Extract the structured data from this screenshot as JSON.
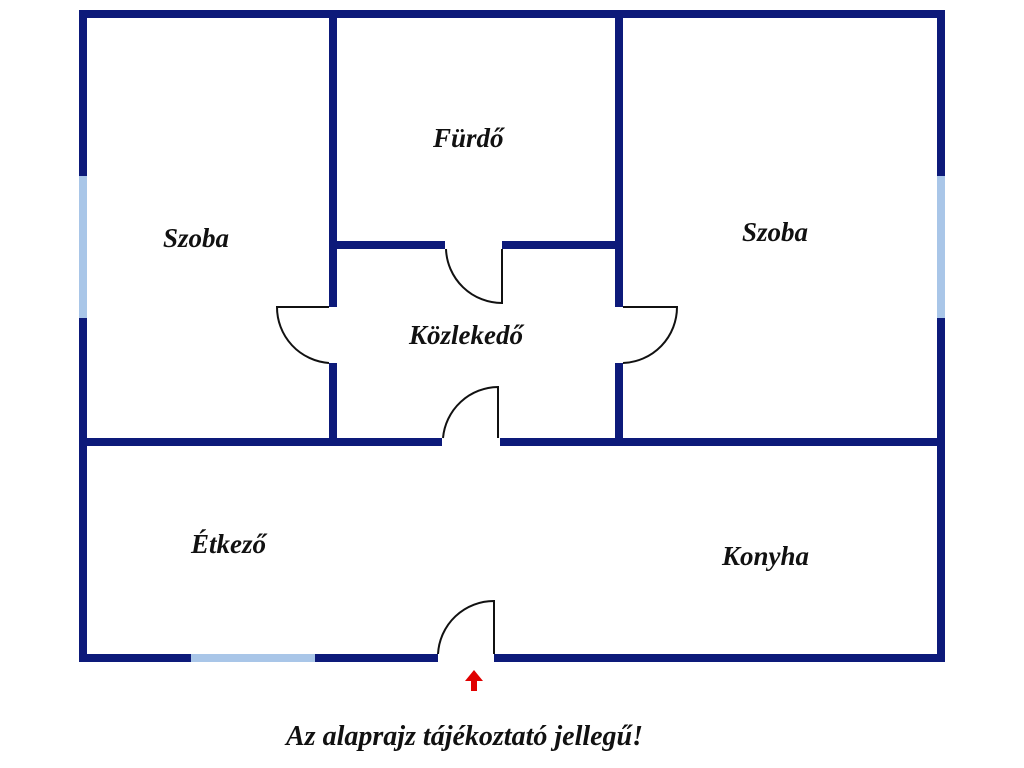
{
  "rooms": {
    "room_left": "Szoba",
    "bathroom": "Fürdő",
    "room_right": "Szoba",
    "hallway": "Közlekedő",
    "dining": "Étkező",
    "kitchen": "Konyha"
  },
  "note": "Az alaprajz tájékoztató jellegű!",
  "colors": {
    "wall": "#0d1a7a",
    "window": "#a9c6e8",
    "entrance_arrow": "#e00000",
    "door_swing": "#111111",
    "text": "#111111"
  },
  "icons": {
    "entrance": "entrance-arrow-icon"
  }
}
